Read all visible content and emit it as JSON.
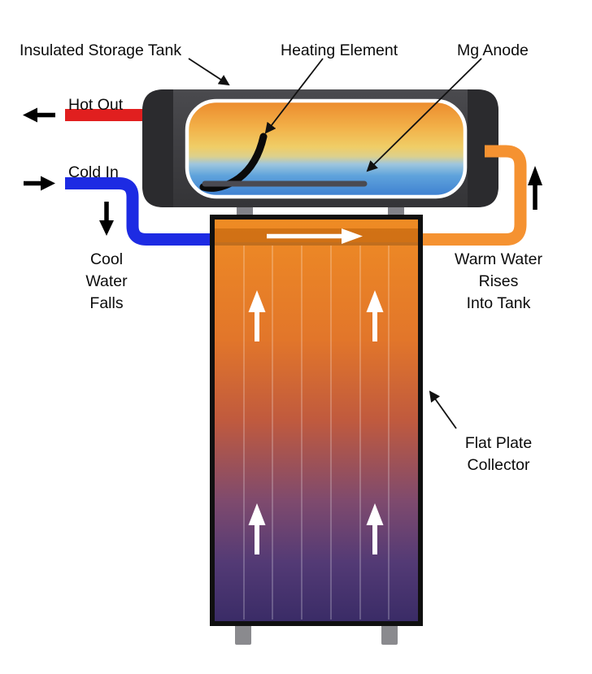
{
  "labels": {
    "insulated_storage_tank": "Insulated Storage Tank",
    "heating_element": "Heating Element",
    "mg_anode": "Mg Anode",
    "hot_out": "Hot Out",
    "cold_in": "Cold In",
    "cool_water_falls": [
      "Cool",
      "Water",
      "Falls"
    ],
    "warm_water_rises": [
      "Warm Water",
      "Rises",
      "Into Tank"
    ],
    "flat_plate_collector": [
      "Flat Plate",
      "Collector"
    ]
  },
  "colors": {
    "hot_pipe": "#e11f1f",
    "cold_pipe": "#1d2be3",
    "warm_pipe": "#f59231",
    "tank_body": "#3f3f42",
    "tank_caps": "#2b2b2e",
    "heating_element": "#0a0a0a",
    "mg_anode": "#4a4a52",
    "tank_water_hot": "#ec8a2c",
    "tank_water_cold": "#3d7fd0",
    "collector_top": "#ef8c24",
    "collector_bottom": "#392b66",
    "flow_arrow": "#000000",
    "internal_arrow": "#ffffff"
  }
}
